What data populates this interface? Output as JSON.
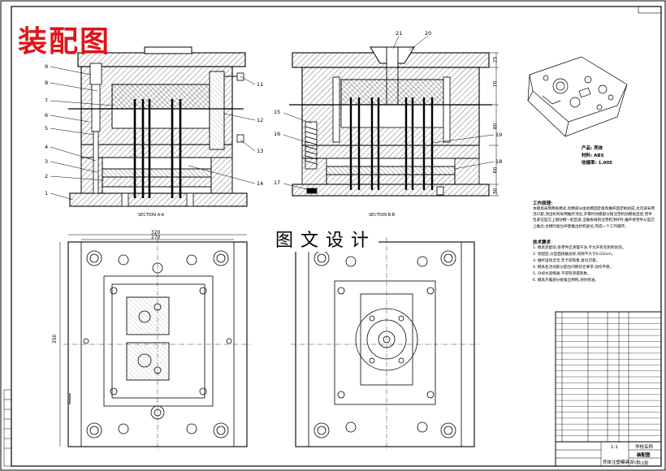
{
  "banner": {
    "title": "装配图",
    "center": "图文设计"
  },
  "sections": {
    "aa": "SECTION A-A",
    "bb": "SECTION B-B"
  },
  "balloons_left": [
    "9",
    "8",
    "7",
    "6",
    "5",
    "4",
    "3",
    "2",
    "1"
  ],
  "balloons_right_left": [
    "11",
    "12",
    "13",
    "14"
  ],
  "balloons_bb_left": [
    "15",
    "16",
    "17"
  ],
  "balloons_bb_top": [
    "21",
    "20"
  ],
  "balloons_bb_right": [
    "19",
    "18"
  ],
  "dims": {
    "w_outer": "320",
    "w_inner": "270",
    "height": "350",
    "v1": "25",
    "v2": "70",
    "v3": "80",
    "v4": "60",
    "v5": "30"
  },
  "product": {
    "line1": "产品: 壳体",
    "line2": "材料: ABS",
    "line3": "收缩率: 1.005"
  },
  "work_title": "工作原理:",
  "work_text": "本模具采用两板模式,动模部分由动模固定板和推杆固定板组成,主流道采用浇口套,顶出机构采用推杆顶出,开模时动模部分随注塑机动模板后退,塑件包紧在型芯上随动模一起后退,当推板碰到注塑机顶杆时,推杆将塑件从型芯上推出,合模时复位杆使推出机构复位,完成一个工作循环。",
  "tech_title": "技术要求",
  "tech_items": [
    "1. 模具装配前,各零件应清理干净,不允许有毛刺和划伤。",
    "2. 装配后,分型面接触良好,间隙不大于0.02mm。",
    "3. 推杆运动灵活,无卡滞现象,复位可靠。",
    "4. 模具各活动部分配合间隙符合要求,动作平稳。",
    "5. 冷却水道畅通,不得有渗漏现象。",
    "6. 模具外露部分锐角应倒钝,涂防锈油。"
  ],
  "titleblock": {
    "school": "学校名称",
    "drawing": "装配图",
    "scale": "1:1",
    "project": "壳体注塑模具设计",
    "sheet": "共1张"
  },
  "bom_rows": 22
}
